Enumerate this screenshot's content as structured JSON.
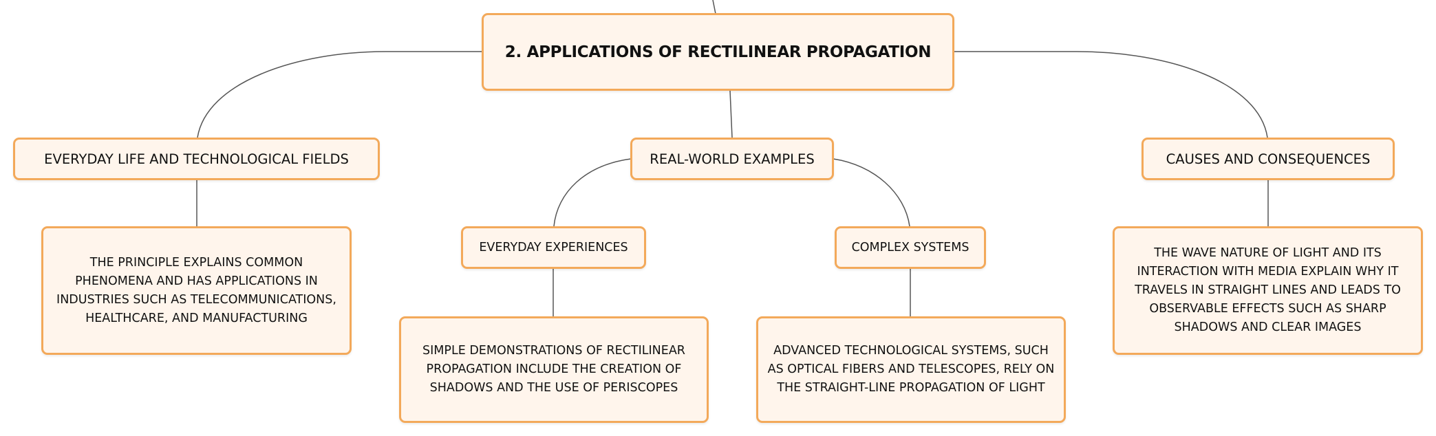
{
  "colors": {
    "node_fill": "#fff5ec",
    "node_border": "#f3a95a",
    "connector": "#555555",
    "text": "#111111"
  },
  "root": {
    "label": "2. APPLICATIONS OF RECTILINEAR PROPAGATION"
  },
  "branches": [
    {
      "label": "EVERYDAY LIFE AND TECHNOLOGICAL FIELDS",
      "detail": "THE PRINCIPLE EXPLAINS COMMON PHENOMENA AND HAS APPLICATIONS IN INDUSTRIES SUCH AS TELECOMMUNICATIONS, HEALTHCARE, AND MANUFACTURING"
    },
    {
      "label": "REAL-WORLD EXAMPLES",
      "children": [
        {
          "label": "EVERYDAY EXPERIENCES",
          "detail": "SIMPLE DEMONSTRATIONS OF RECTILINEAR PROPAGATION INCLUDE THE CREATION OF SHADOWS AND THE USE OF PERISCOPES"
        },
        {
          "label": "COMPLEX SYSTEMS",
          "detail": "ADVANCED TECHNOLOGICAL SYSTEMS, SUCH AS OPTICAL FIBERS AND TELESCOPES, RELY ON THE STRAIGHT-LINE PROPAGATION OF LIGHT"
        }
      ]
    },
    {
      "label": "CAUSES AND CONSEQUENCES",
      "detail": "THE WAVE NATURE OF LIGHT AND ITS INTERACTION WITH MEDIA EXPLAIN WHY IT TRAVELS IN STRAIGHT LINES AND LEADS TO OBSERVABLE EFFECTS SUCH AS SHARP SHADOWS AND CLEAR IMAGES"
    }
  ]
}
